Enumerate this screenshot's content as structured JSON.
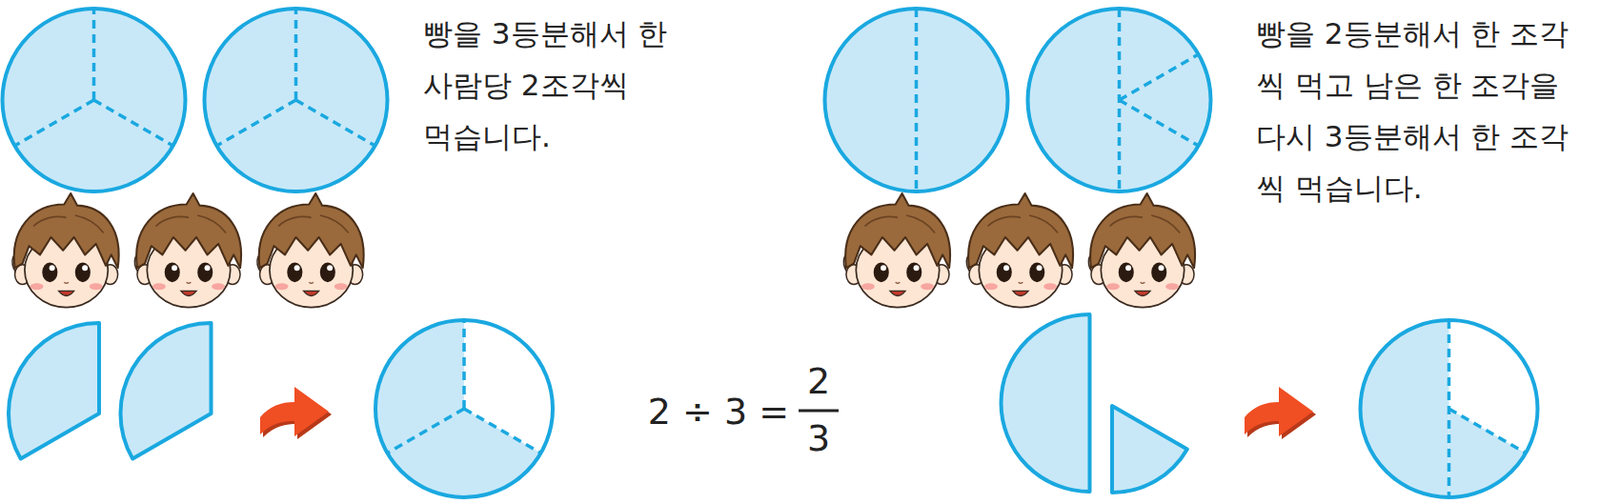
{
  "diagram": {
    "labels": [
      "빵을 3등분해서 한 사람당 2조각씩 먹습니다.",
      "2 ÷ 3 =",
      "2",
      "3",
      "빵을 2등분해서 한 조각씩 먹고 남은 한 조각을 다시 3등분해서 한 조각씩 먹습니다."
    ]
  }
}
